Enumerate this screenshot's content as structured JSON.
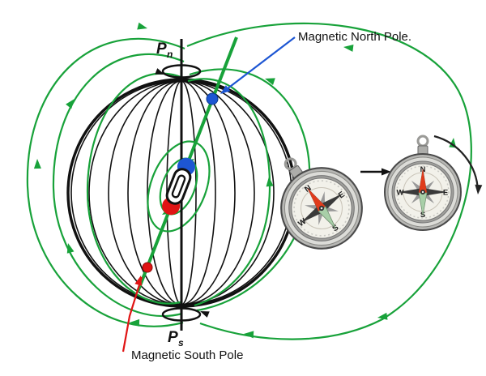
{
  "labels": {
    "magnetic_north": "Magnetic North Pole.",
    "magnetic_south": "Magnetic South Pole"
  },
  "axis": {
    "north_pole": "P",
    "north_pole_sub": "n",
    "south_pole": "P",
    "south_pole_sub": "s"
  },
  "compass_left": {
    "n": "N",
    "e": "E",
    "s": "S",
    "w": "W"
  },
  "compass_right": {
    "n": "N",
    "e": "E",
    "s": "S",
    "w": "W"
  },
  "colors": {
    "field_line_green": "#18a23a",
    "north_marker_blue": "#1d56d3",
    "south_marker_red": "#e01414",
    "magnet_north_blue": "#1d56d3",
    "magnet_south_red": "#e01414",
    "structure_black": "#111111"
  }
}
